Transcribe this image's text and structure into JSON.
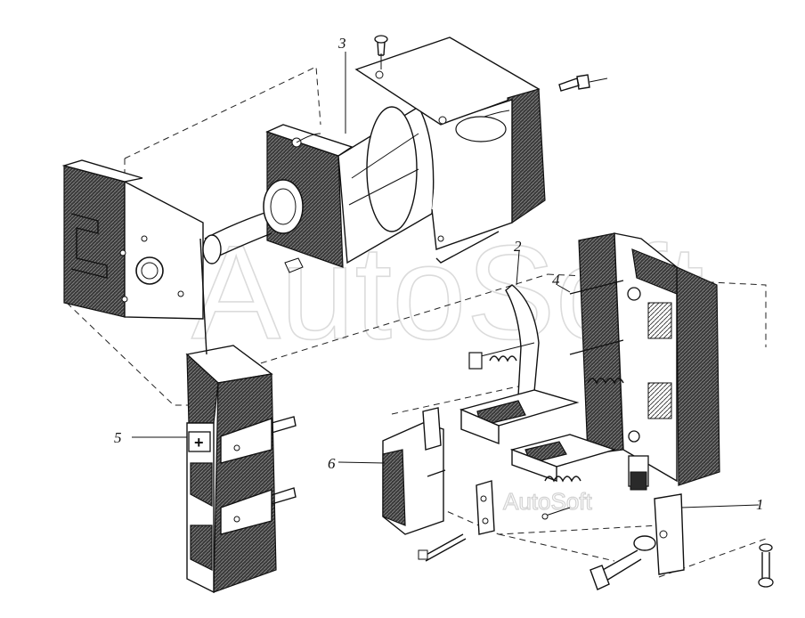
{
  "callouts": [
    {
      "id": "1",
      "label": "1"
    },
    {
      "id": "2",
      "label": "2"
    },
    {
      "id": "3",
      "label": "3"
    },
    {
      "id": "4",
      "label": "4"
    },
    {
      "id": "5",
      "label": "5"
    },
    {
      "id": "6",
      "label": "6"
    }
  ],
  "terminal_sign": "+",
  "watermark": {
    "main": "AutoSoft",
    "secondary": "AutoSoft"
  }
}
